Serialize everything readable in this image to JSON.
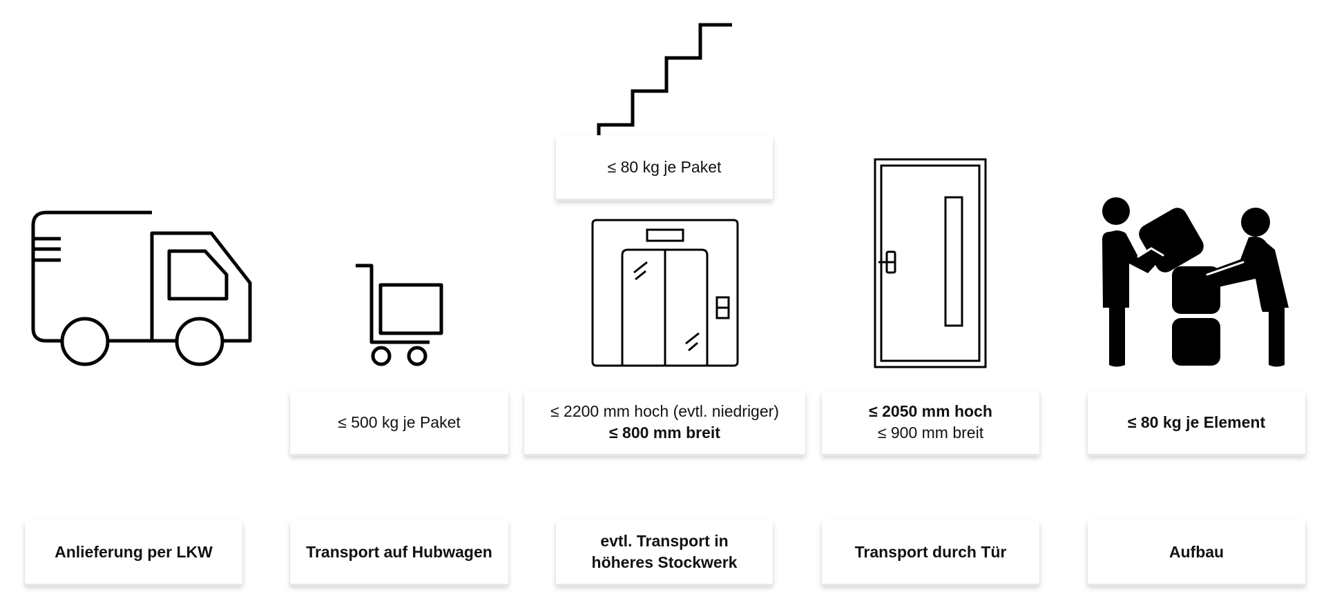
{
  "steps": [
    {
      "title": "Anlieferung per LKW",
      "icon": "truck-icon"
    },
    {
      "title": "Transport auf Hubwagen",
      "icon": "hand-truck-icon",
      "spec": {
        "line1": "≤ 500 kg je Paket"
      }
    },
    {
      "title_line1": "evtl. Transport in",
      "title_line2": "höheres Stockwerk",
      "icon": "elevator-icon",
      "spec": {
        "line1": "≤ 2200 mm hoch (evtl. niedriger)",
        "line2": "≤ 800 mm breit"
      },
      "stairs": {
        "icon": "stairs-icon",
        "spec": "≤ 80 kg je Paket"
      }
    },
    {
      "title": "Transport durch Tür",
      "icon": "door-icon",
      "spec": {
        "line1": "≤ 2050 mm hoch",
        "line2": "≤ 900 mm breit"
      }
    },
    {
      "title": "Aufbau",
      "icon": "people-assembling-icon",
      "spec": {
        "line1": "≤ 80 kg je Element"
      }
    }
  ]
}
